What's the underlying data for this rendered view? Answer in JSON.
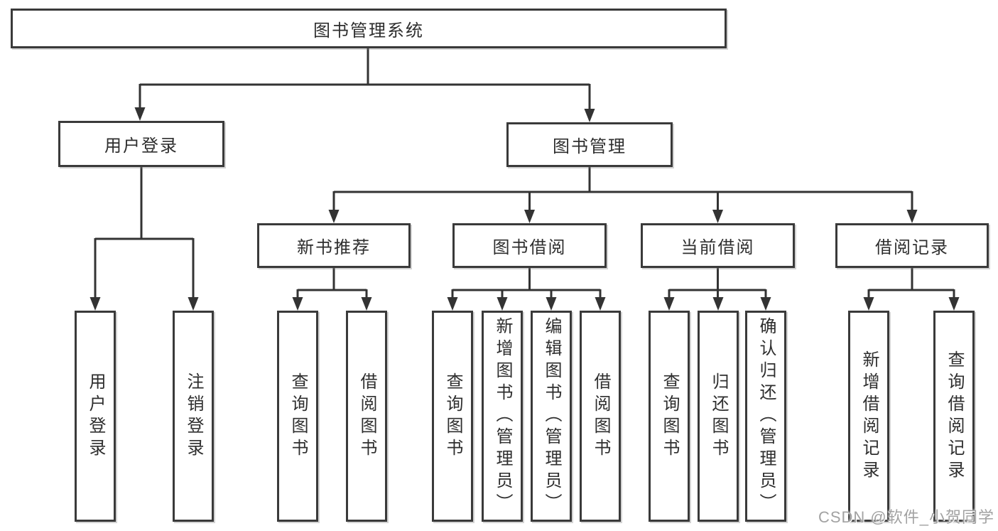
{
  "diagram": {
    "nodes": {
      "root": "图书管理系统",
      "level1": [
        "用户登录",
        "图书管理"
      ],
      "level2": [
        "新书推荐",
        "图书借阅",
        "当前借阅",
        "借阅记录"
      ],
      "leaves_user_login": [
        "用户登录",
        "注销登录"
      ],
      "leaves_new_book": [
        "查询图书",
        "借阅图书"
      ],
      "leaves_book_borrow": [
        "查询图书",
        "新增图书（管理员）",
        "编辑图书（管理员）",
        "借阅图书"
      ],
      "leaves_current_borrow": [
        "查询图书",
        "归还图书",
        "确认归还（管理员）"
      ],
      "leaves_borrow_records": [
        "新增借阅记录",
        "查询借阅记录"
      ]
    }
  },
  "watermark": "CSDN @软件_小贺同学",
  "colors": {
    "box_border": "#3a3a3a",
    "connector": "#333333",
    "text": "#2e2e2e",
    "watermark": "#a2a2a2",
    "background": "#ffffff"
  }
}
